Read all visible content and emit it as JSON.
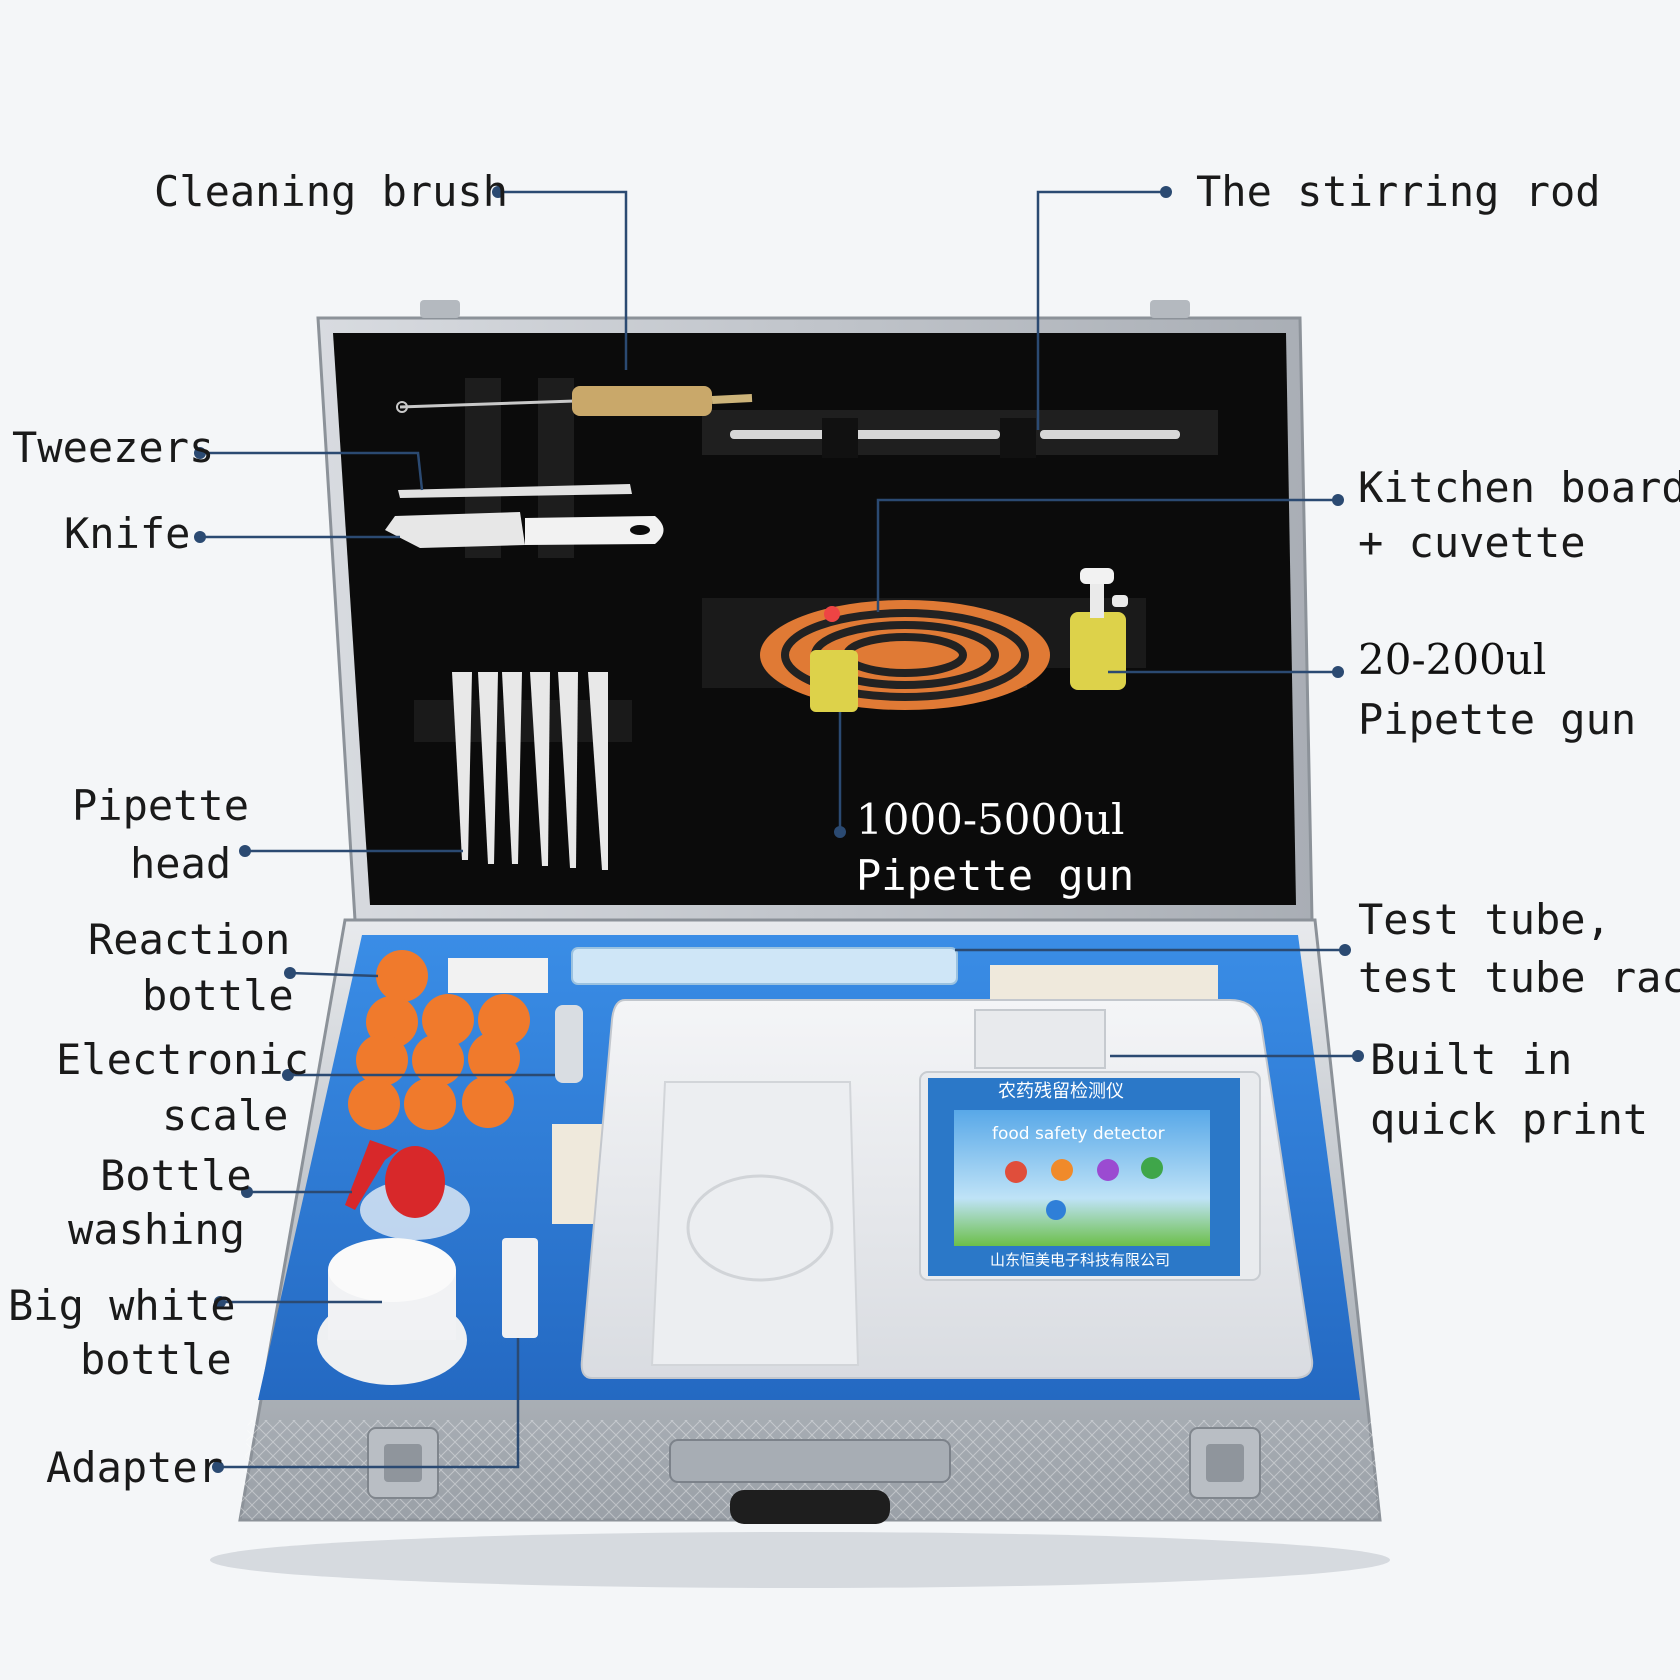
{
  "labels": {
    "cleaning_brush": "Cleaning brush",
    "stirring_rod": "The stirring rod",
    "tweezers": "Tweezers",
    "knife": "Knife",
    "kitchen_board_1": "Kitchen board",
    "kitchen_board_2": "+ cuvette",
    "pipette_small_1": "20-200ul",
    "pipette_small_2": "Pipette gun",
    "pipette_head_1": "Pipette",
    "pipette_head_2": "head",
    "pipette_large_1": "1000-5000ul",
    "pipette_large_2": "Pipette gun",
    "reaction_bottle_1": "Reaction",
    "reaction_bottle_2": "bottle",
    "test_tube_1": "Test tube,",
    "test_tube_2": "test tube rack",
    "electronic_scale_1": "Electronic",
    "electronic_scale_2": "scale",
    "quick_print_1": "Built in",
    "quick_print_2": "quick print",
    "bottle_washing_1": "Bottle",
    "bottle_washing_2": "washing",
    "big_white_bottle_1": "Big white",
    "big_white_bottle_2": "bottle",
    "adapter": "Adapter"
  },
  "device_screen": {
    "header_cn": "农药残留检测仪",
    "app_title": "food safety detector",
    "footer_cn": "山东恒美电子科技有限公司"
  },
  "colors": {
    "leader": "#2b4a72",
    "foam_blue": "#2f7fd8",
    "lid_black": "#0b0b0b",
    "cap_orange": "#f07a2c",
    "case_silver": "#c9cdd2"
  }
}
